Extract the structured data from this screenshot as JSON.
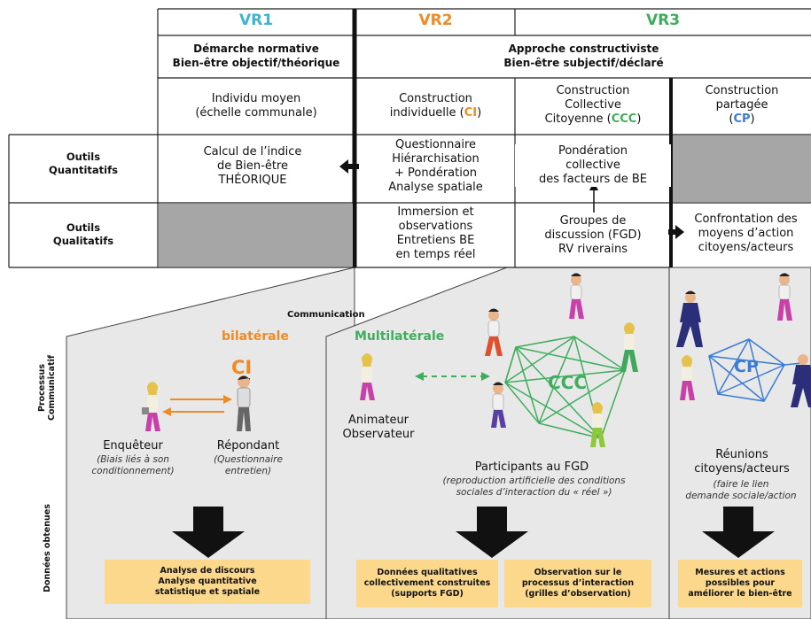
{
  "colors": {
    "vr1": "#3cb4d2",
    "vr2": "#f08a24",
    "vr3": "#3fae5c",
    "cp": "#3a7bd5",
    "gray": "#a6a6a6",
    "panel": "#e8e8e8",
    "yellow": "#fcd88d"
  },
  "header": {
    "vr1": "VR1",
    "vr2": "VR2",
    "vr3": "VR3"
  },
  "approaches": {
    "normative_line1": "Démarche normative",
    "normative_line2": "Bien-être objectif/théorique",
    "constructivist_line1": "Approche constructiviste",
    "constructivist_line2": "Bien-être subjectif/déclaré"
  },
  "constructions": {
    "individu_line1": "Individu moyen",
    "individu_line2": "(échelle communale)",
    "ci_line1": "Construction",
    "ci_line2": "individuelle (",
    "ci_code": "CI",
    "ci_close": ")",
    "ccc_line1": "Construction",
    "ccc_line2": "Collective",
    "ccc_line3": "Citoyenne (",
    "ccc_code": "CCC",
    "ccc_close": ")",
    "cp_line1": "Construction",
    "cp_line2": "partagée",
    "cp_open": "(",
    "cp_code": "CP",
    "cp_close": ")"
  },
  "rows": {
    "quant_line1": "Outils",
    "quant_line2": "Quantitatifs",
    "qual_line1": "Outils",
    "qual_line2": "Qualitatifs"
  },
  "quant": {
    "vr1_line1": "Calcul de l’indice",
    "vr1_line2": "de Bien-être",
    "vr1_line3": "THÉORIQUE",
    "vr2_line1": "Questionnaire",
    "vr2_line2": "Hiérarchisation",
    "vr2_line3": "+ Pondération",
    "vr2_line4": "Analyse spatiale",
    "ccc_line1": "Pondération",
    "ccc_line2": "collective",
    "ccc_line3": "des facteurs de BE"
  },
  "qual": {
    "vr2_line1": "Immersion et",
    "vr2_line2": "observations",
    "vr2_line3": "Entretiens BE",
    "vr2_line4": "en temps réel",
    "ccc_line1": "Groupes de",
    "ccc_line2": "discussion (FGD)",
    "ccc_line3": "RV riverains",
    "cp_line1": "Confrontation des",
    "cp_line2": "moyens d’action",
    "cp_line3": "citoyens/acteurs"
  },
  "side_labels": {
    "processus_line1": "Processus",
    "processus_line2": "Communicatif",
    "donnees": "Données obtenues"
  },
  "communication": {
    "title": "Communication",
    "bilaterale": "bilatérale",
    "multilaterale": "Multilatérale",
    "ci_label": "CI",
    "ccc_label": "CCC",
    "cp_label": "CP"
  },
  "actors": {
    "enqueteur": "Enquêteur",
    "enqueteur_note_line1": "(Biais liés à son",
    "enqueteur_note_line2": "conditionnement)",
    "repondant": "Répondant",
    "repondant_note_line1": "(Questionnaire",
    "repondant_note_line2": "entretien)",
    "animateur_line1": "Animateur",
    "animateur_line2": "Observateur",
    "participants": "Participants au FGD",
    "participants_note_line1": "(reproduction artificielle des conditions",
    "participants_note_line2": "sociales d’interaction du « réel »)",
    "reunions_line1": "Réunions",
    "reunions_line2": "citoyens/acteurs",
    "reunions_note_line1": "(faire le lien",
    "reunions_note_line2": "demande sociale/action"
  },
  "outputs": {
    "vr1_line1": "Analyse de discours",
    "vr1_line2": "Analyse quantitative",
    "vr1_line3": "statistique et spatiale",
    "vr2a_line1": "Données qualitatives",
    "vr2a_line2": "collectivement construites",
    "vr2a_line3": "(supports FGD)",
    "vr2b_line1": "Observation sur le",
    "vr2b_line2": "processus d’interaction",
    "vr2b_line3": "(grilles d’observation)",
    "vr3_line1": "Mesures et actions",
    "vr3_line2": "possibles pour",
    "vr3_line3": "améliorer le bien-être"
  }
}
